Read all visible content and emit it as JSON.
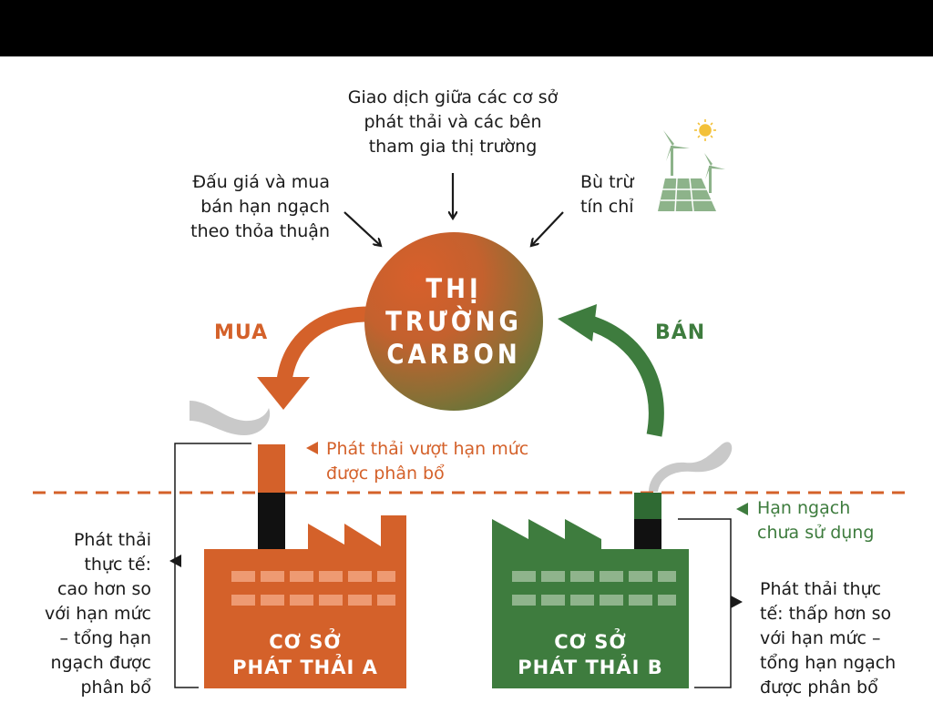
{
  "market": {
    "label": "THỊ\nTRƯỜNG\nCARBON"
  },
  "inputs": {
    "top": "Giao dịch giữa các cơ sở\nphát thải và các bên\ntham gia thị trường",
    "left": "Đấu giá và mua\nbán hạn ngạch\ntheo thỏa thuận",
    "right": "Bù trừ\ntín chỉ"
  },
  "flows": {
    "buy": "MUA",
    "sell": "BÁN"
  },
  "facility_a": {
    "name": "CƠ SỞ\nPHÁT THẢI A",
    "excess_label": "Phát thải vượt hạn mức\nđược phân bổ",
    "actual_label": "Phát thải\nthực tế:\ncao hơn so\nvới hạn mức\n– tổng hạn\nngạch được\nphân bổ"
  },
  "facility_b": {
    "name": "CƠ SỞ\nPHÁT THẢI B",
    "unused_label": "Hạn ngạch\nchưa sử dụng",
    "actual_label": "Phát thải thực\ntế: thấp hơn so\nvới hạn mức –\ntổng hạn ngạch\nđược phân bổ"
  },
  "icons": [
    "renewable-energy-icon",
    "sun-icon",
    "wind-turbine-icon",
    "solar-panel-icon",
    "factory-icon",
    "smokestack-icon",
    "smoke-icon",
    "arrow-icon"
  ],
  "colors": {
    "orange": "#d4612a",
    "green": "#3e7c3e",
    "dark_green": "#2f6a33",
    "window_orange": "#ee9a72",
    "window_green": "#8fb48c",
    "smoke": "#c9c9c9",
    "light_green": "#8db38a",
    "sun": "#f3c13a"
  }
}
